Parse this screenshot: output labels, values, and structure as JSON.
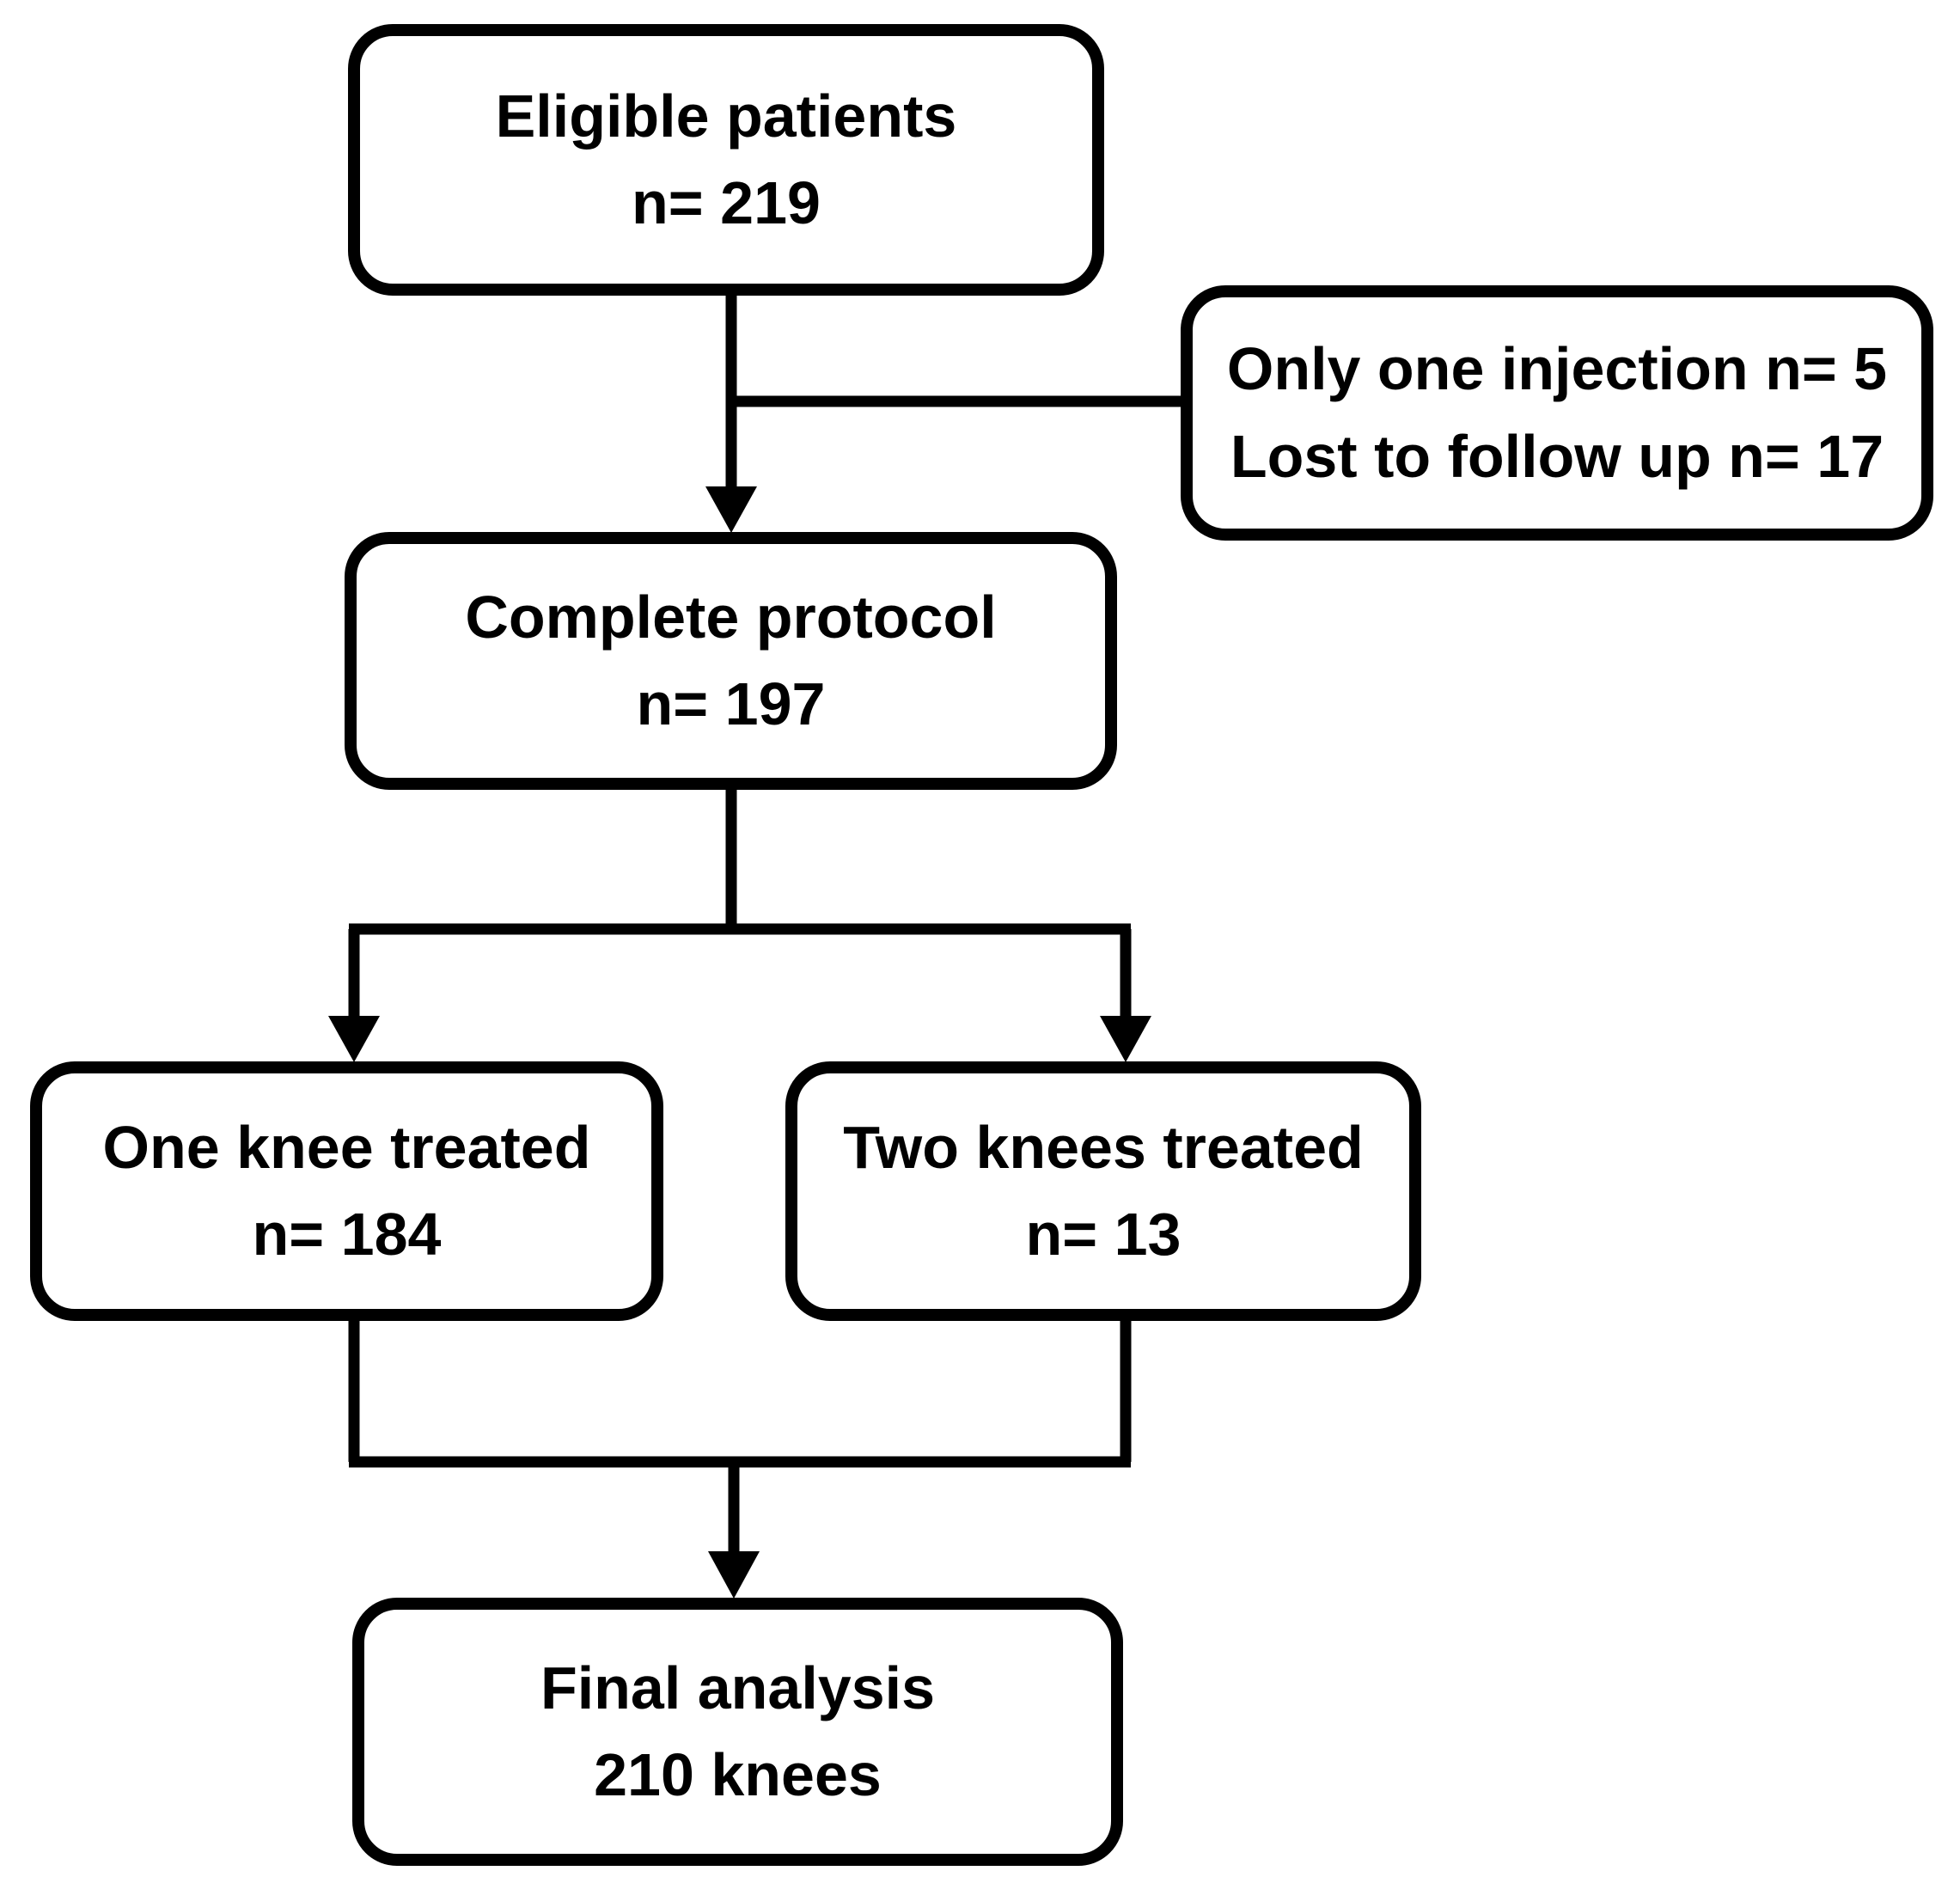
{
  "figure": {
    "background_color": "#ffffff",
    "line_color": "#000000",
    "nodes": {
      "eligible_patients": {
        "line1": "Eligible patients",
        "line2": "n= 219"
      },
      "exclusions": {
        "line1": "Only one injection n= 5",
        "line2": "Lost to follow up n= 17"
      },
      "complete_protocol": {
        "line1": "Complete protocol",
        "line2": "n= 197"
      },
      "one_knee_treated": {
        "line1": "One knee treated",
        "line2": "n= 184"
      },
      "two_knees_treated": {
        "line1": "Two knees treated",
        "line2": "n= 13"
      },
      "final_analysis": {
        "line1": "Final analysis",
        "line2": "210 knees"
      }
    }
  }
}
